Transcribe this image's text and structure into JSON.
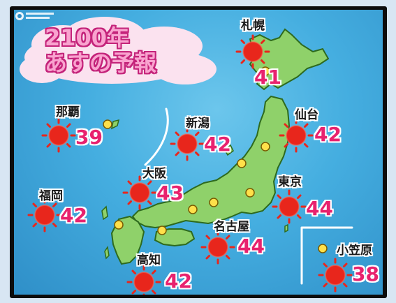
{
  "title": {
    "line1": "2100年",
    "line2": "あすの予報"
  },
  "cities": [
    {
      "name": "札幌",
      "temp": "41"
    },
    {
      "name": "那覇",
      "temp": "39"
    },
    {
      "name": "新潟",
      "temp": "42"
    },
    {
      "name": "仙台",
      "temp": "42"
    },
    {
      "name": "大阪",
      "temp": "43"
    },
    {
      "name": "福岡",
      "temp": "42"
    },
    {
      "name": "東京",
      "temp": "44"
    },
    {
      "name": "名古屋",
      "temp": "44"
    },
    {
      "name": "高知",
      "temp": "42"
    },
    {
      "name": "小笠原",
      "temp": "38"
    }
  ],
  "icons": {
    "sun": "sun-icon",
    "city_marker": "city-marker-icon"
  },
  "colors": {
    "sea": "#45aee0",
    "land": "#8fd16a",
    "sun": "#e8261c",
    "temperature": "#e8226e",
    "marker": "#ffe04a",
    "title": "#f9a3cf"
  }
}
